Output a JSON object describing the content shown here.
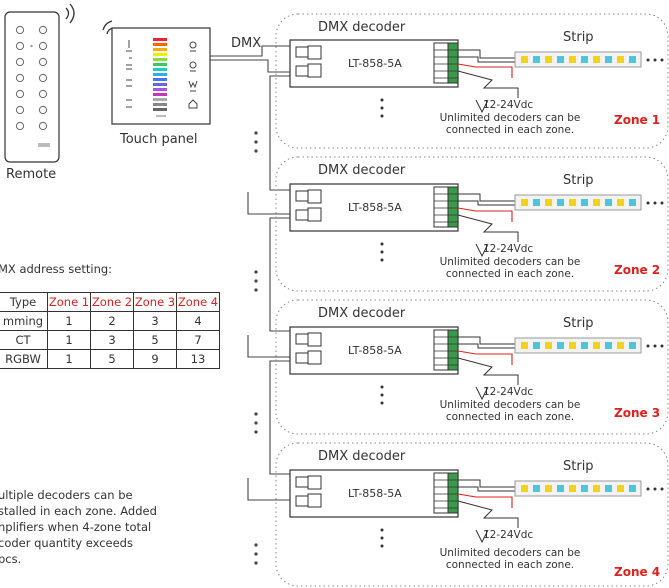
{
  "remote": {
    "label": "Remote"
  },
  "touch_panel": {
    "label": "Touch panel"
  },
  "dmx_label": "DMX",
  "address_setting": {
    "title": "MX address setting:",
    "headers": [
      "Type",
      "Zone 1",
      "Zone 2",
      "Zone 3",
      "Zone 4"
    ],
    "rows": [
      [
        "mming",
        "1",
        "2",
        "3",
        "4"
      ],
      [
        "CT",
        "1",
        "3",
        "5",
        "7"
      ],
      [
        "RGBW",
        "1",
        "5",
        "9",
        "13"
      ]
    ]
  },
  "side_note": {
    "lines": [
      "ultiple decoders can be",
      "stalled in each zone. Added",
      "nplifiers when 4-zone total",
      "coder quantity exceeds",
      "pcs."
    ]
  },
  "zones": [
    {
      "decoder_title": "DMX decoder",
      "model": "LT-858-5A",
      "strip_title": "Strip",
      "voltage": "12-24Vdc",
      "note_line1": "Unlimited decoders can be",
      "note_line2": "connected in each zone.",
      "zone_label": "Zone 1"
    },
    {
      "decoder_title": "DMX decoder",
      "model": "LT-858-5A",
      "strip_title": "Strip",
      "voltage": "12-24Vdc",
      "note_line1": "Unlimited decoders can be",
      "note_line2": "connected in each zone.",
      "zone_label": "Zone 2"
    },
    {
      "decoder_title": "DMX decoder",
      "model": "LT-858-5A",
      "strip_title": "Strip",
      "voltage": "12-24Vdc",
      "note_line1": "Unlimited decoders can be",
      "note_line2": "connected in each zone.",
      "zone_label": "Zone 3"
    },
    {
      "decoder_title": "DMX decoder",
      "model": "LT-858-5A",
      "strip_title": "Strip",
      "voltage": "12-24Vdc",
      "note_line1": "Unlimited decoders can be",
      "note_line2": "connected in each zone.",
      "zone_label": "Zone 4"
    }
  ],
  "colors": {
    "zone_red": "#e0201c",
    "terminal_green": "#3a9a4a",
    "led_yellow": "#f2d21a",
    "led_cyan": "#4fc6d8"
  }
}
